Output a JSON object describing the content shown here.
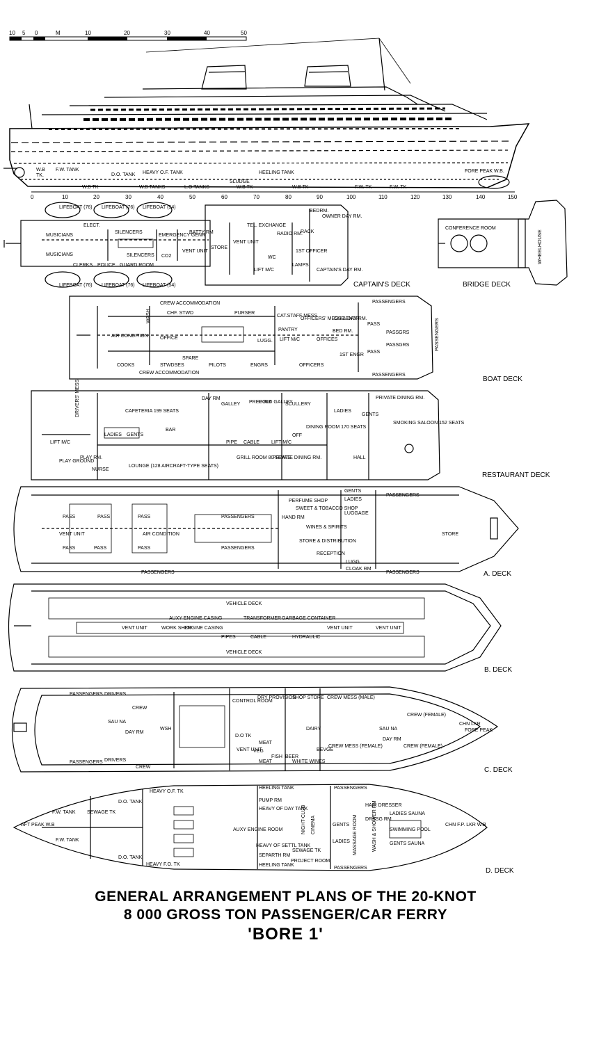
{
  "scale": {
    "labels": [
      "10",
      "5",
      "0",
      "M",
      "10",
      "20",
      "30",
      "40",
      "50"
    ]
  },
  "frame_scale": {
    "labels": [
      "0",
      "10",
      "20",
      "30",
      "40",
      "50",
      "60",
      "70",
      "80",
      "90",
      "100",
      "110",
      "120",
      "130",
      "140",
      "150"
    ]
  },
  "profile": {
    "labels": {
      "wb": "W.B",
      "tk": "TK.",
      "fw_tank": "F.W. TANK",
      "do_tank": "D.O. TANK",
      "heavy_of_tank": "HEAVY O.F. TANK",
      "wb_tk": "W.B TK",
      "wb_tanks": "W.B TANKS",
      "lo_tanks": "L.O TANKS",
      "sludge": "SLUDGE",
      "heeling_tank": "HEELING TANK",
      "fw_tk": "F.W. TK",
      "fore_peak": "FORE PEAK W.B."
    }
  },
  "decks": {
    "captains": "CAPTAIN'S DECK",
    "bridge": "BRIDGE DECK",
    "boat": "BOAT DECK",
    "restaurant": "RESTAURANT DECK",
    "a": "A. DECK",
    "b": "B. DECK",
    "c": "C. DECK",
    "d": "D. DECK"
  },
  "rooms": {
    "lifeboat_76": "LIFEBOAT (76)",
    "lifeboat_54": "LIFEBOAT (54)",
    "elect": "ELECT.",
    "silencers": "SILENCERS",
    "emergency_genr": "EMERGENCY GENR",
    "batty_rm": "BATTY RM",
    "vent_unit": "VENT UNIT",
    "store": "STORE",
    "tel_exchange": "TEL. EXCHANGE",
    "radio_rm": "RADIO RM.",
    "rack": "RACK",
    "bedrm": "BEDRM.",
    "owner_day_rm": "OWNER DAY RM.",
    "owner": "OWNER",
    "officer": "1ST OFFICER",
    "lamps": "LAMPS",
    "captains_day_rm": "CAPTAIN'S DAY RM.",
    "lift_mc": "LIFT M/C",
    "musicians": "MUSICIANS",
    "clerks": "CLERKS",
    "police": "POLICE",
    "guard_room": "GUARD ROOM",
    "co2": "CO2",
    "wc": "WC",
    "conference_room": "CONFERENCE ROOM",
    "wheelhouse": "WHEELHOUSE",
    "crew_accommodation": "CREW ACCOMMODATION",
    "chf_stwd": "CHF. STWD",
    "purser": "PURSER",
    "cat_staff_mess": "CAT.STAFF MESS",
    "pantry": "PANTRY",
    "officers_mess": "OFFICERS' MESS & DAY RM.",
    "che_engr": "CHE ENGR",
    "bed_rm": "BED RM.",
    "offices": "OFFICES",
    "air_condition": "AIR CONDITION",
    "office": "OFFICE",
    "wash": "WASH",
    "lugg": "LUGG.",
    "passengers": "PASSENGERS",
    "pass": "PASS",
    "passgrs": "PASSGRS",
    "cooks": "COOKS",
    "stwdses": "STWDSES",
    "spare": "SPARE",
    "pilots": "PILOTS",
    "engrs": "ENGRS",
    "officers": "OFFICERS",
    "first_engr": "1ST ENGR",
    "drivers_mess": "DRIVERS' MESS",
    "cafeteria": "CAFETERIA 199 SEATS",
    "day_rm": "DAY RM",
    "galley": "GALLEY",
    "prep_rm": "PREP RM",
    "cold_galley": "COLD GALLEY",
    "scullery": "SCULLERY",
    "private_dining_rm": "PRIVATE DINING RM.",
    "ladies": "LADIES",
    "gents": "GENTS",
    "bar": "BAR",
    "dining_room": "DINING ROOM 170 SEATS",
    "smoking_saloon": "SMOKING SALOON 152 SEATS",
    "pipe": "PIPE",
    "cable": "CABLE",
    "off": "OFF",
    "play_ground": "PLAY GROUND",
    "play_rm": "PLAY RM.",
    "nurse": "NURSE",
    "lounge": "LOUNGE (128 AIRCRAFT-TYPE SEATS)",
    "grill_room": "GRILL ROOM 80 SEATS",
    "hall": "HALL",
    "perfume_shop": "PERFUME SHOP",
    "sweet_tobacco": "SWEET & TOBACCO SHOP",
    "hand_rm": "HAND RM",
    "wines_spirits": "WINES & SPIRITS",
    "store_distribution": "STORE & DISTRIBUTION",
    "reception": "RECEPTION",
    "luggage": "LUGGAGE",
    "cloak_rm": "CLOAK RM",
    "vehicle_deck": "VEHICLE DECK",
    "auxy_engine_casing": "AUXY ENGINE CASING",
    "transformer": "TRANSFORMER",
    "garbage_container": "GARBAGE CONTAINER",
    "work_shop": "WORK SHOP",
    "engine_casing": "ENGINE CASING",
    "pipes": "PIPES",
    "hydraulic": "HYDRAULIC",
    "drivers": "DRIVERS",
    "crew": "CREW",
    "control_room": "CONTROL ROOM",
    "dry_provision": "DRY PROVISION",
    "shop_store": "SHOP STORE",
    "crew_mess_male": "CREW MESS (MALE)",
    "crew_mess_female": "CREW MESS (FEMALE)",
    "crew_female": "CREW (FEMALE)",
    "sauna": "SAU NA",
    "wsh": "WSH",
    "do_tk": "D.O TK",
    "meat": "MEAT",
    "veg": "VEG",
    "fish": "FISH",
    "dairy": "DAIRY",
    "beer": "BEER",
    "white_wines": "WHITE WINES",
    "bevge": "BEVGE",
    "chn_lkr": "CHN LKR",
    "fore_peak": "FORE PEAK",
    "aft_peak_wb": "AFT PEAK W.B",
    "fw_tank": "F.W. TANK",
    "sewage_tk": "SEWAGE TK",
    "do_tank": "D.O. TANK",
    "heavy_of_tk": "HEAVY O.F. TK",
    "heavy_fo_tk": "HEAVY F.O. TK",
    "heeling_tank": "HEELING TANK",
    "pump_rm": "PUMP RM",
    "heavy_of_day_tank": "HEAVY OF DAY TANK",
    "auxy_engine_room": "AUXY ENGINE ROOM",
    "heavy_of_settl_tank": "HEAVY OF SETTL TANK",
    "separ_rm": "SEPARTH RM",
    "night_club": "NIGHT-CLUB",
    "cinema": "CINEMA",
    "project_room": "PROJECT ROOM",
    "hair_dresser": "HAIR DRESSER",
    "dresg_rm": "DRESG RM",
    "ladies_sauna": "LADIES SAUNA",
    "swimming_pool": "SWIMMING POOL",
    "gents_sauna": "GENTS SAUNA",
    "massage_room": "MASSAGE ROOM",
    "wash_shower": "WASH & SHOWER RM",
    "chn_lkr_fp_wb": "CHN F.P. LKR W.B"
  },
  "title": {
    "line1": "GENERAL ARRANGEMENT PLANS OF THE 20-KNOT",
    "line2": "8 000 GROSS TON PASSENGER/CAR FERRY",
    "line3": "'BORE 1'"
  }
}
